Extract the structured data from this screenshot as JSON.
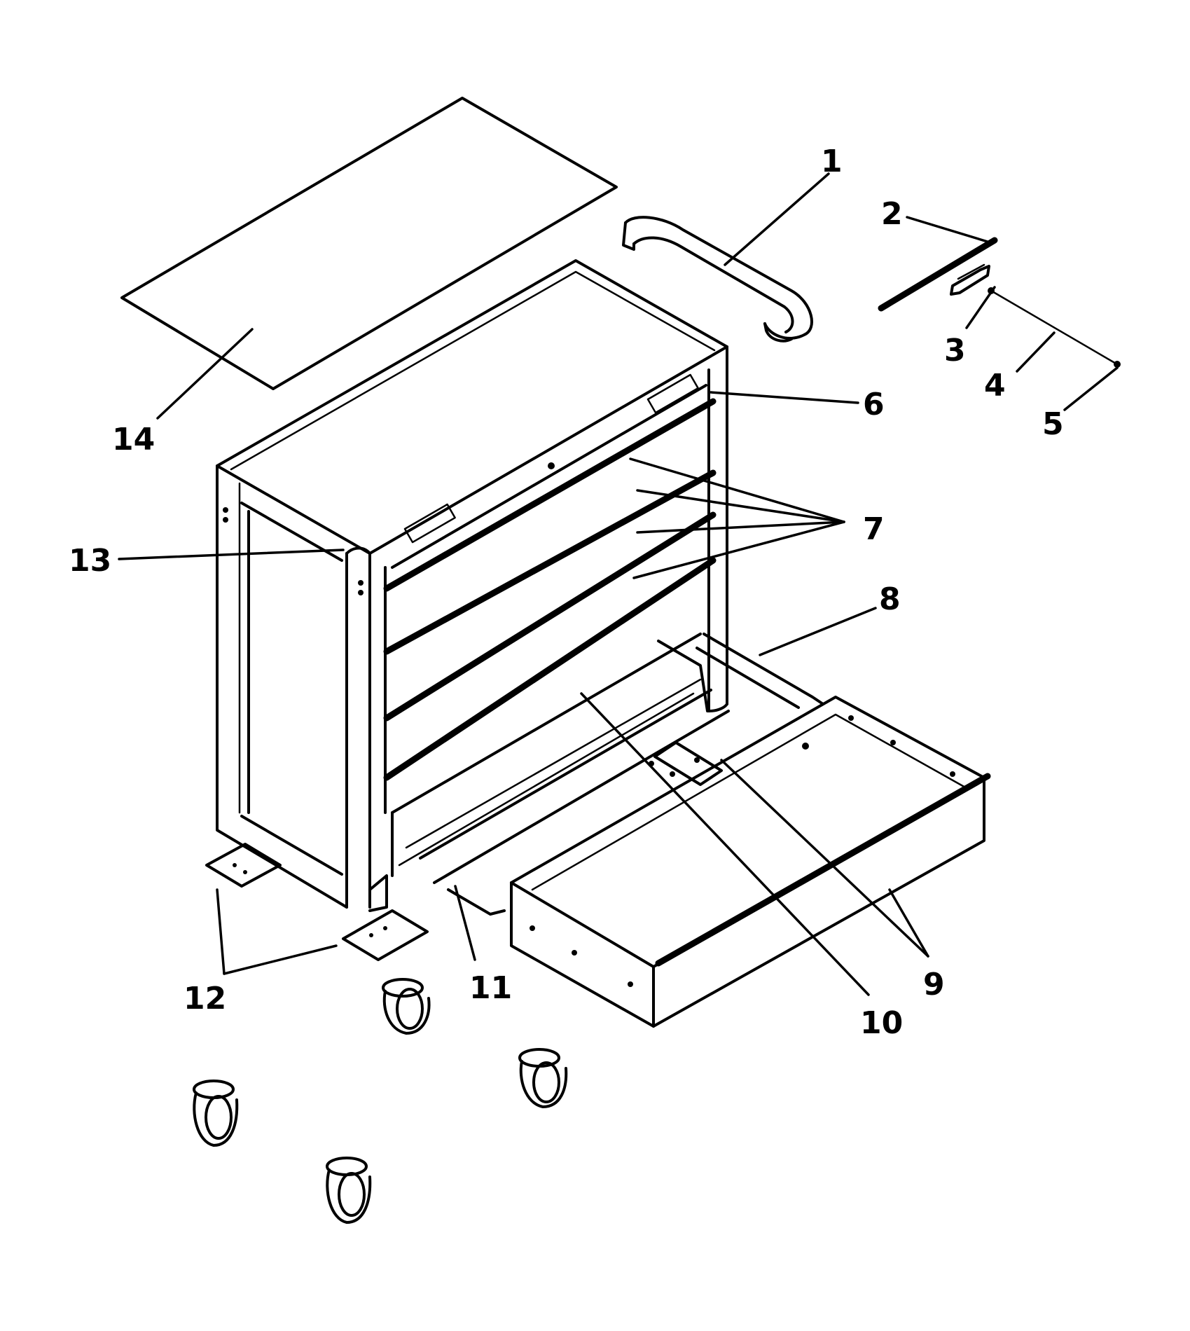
{
  "diagram": {
    "callouts": [
      {
        "id": "part-1",
        "label": "1"
      },
      {
        "id": "part-2",
        "label": "2"
      },
      {
        "id": "part-3",
        "label": "3"
      },
      {
        "id": "part-4",
        "label": "4"
      },
      {
        "id": "part-5",
        "label": "5"
      },
      {
        "id": "part-6",
        "label": "6"
      },
      {
        "id": "part-7",
        "label": "7"
      },
      {
        "id": "part-8",
        "label": "8"
      },
      {
        "id": "part-9",
        "label": "9"
      },
      {
        "id": "part-10",
        "label": "10"
      },
      {
        "id": "part-11",
        "label": "11"
      },
      {
        "id": "part-12",
        "label": "12"
      },
      {
        "id": "part-13",
        "label": "13"
      },
      {
        "id": "part-14",
        "label": "14"
      }
    ]
  }
}
